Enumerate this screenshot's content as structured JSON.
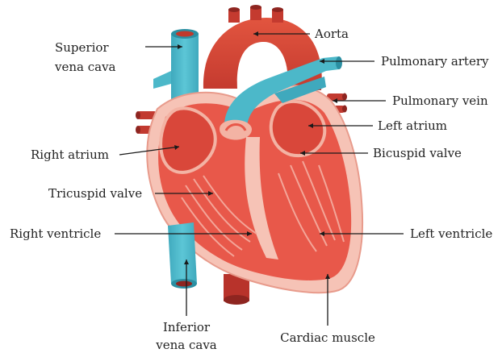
{
  "colors": {
    "heart_red": "#d9473a",
    "heart_dark_red": "#b52f2a",
    "muscle_pink": "#f6c3b6",
    "chamber_red": "#e8584a",
    "vessel_blue": "#4cb8c9",
    "vessel_blue_dark": "#2f97ab",
    "text": "#222222"
  },
  "labels": {
    "superior_vena_cava": [
      "Superior",
      "vena cava"
    ],
    "aorta": "Aorta",
    "pulmonary_artery": "Pulmonary artery",
    "pulmonary_vein": "Pulmonary vein",
    "left_atrium": "Left atrium",
    "right_atrium": "Right atrium",
    "bicuspid_valve": "Bicuspid valve",
    "tricuspid_valve": "Tricuspid valve",
    "right_ventricle": "Right ventricle",
    "left_ventricle": "Left ventricle",
    "inferior_vena_cava": [
      "Inferior",
      "vena cava"
    ],
    "cardiac_muscle": "Cardiac muscle"
  }
}
